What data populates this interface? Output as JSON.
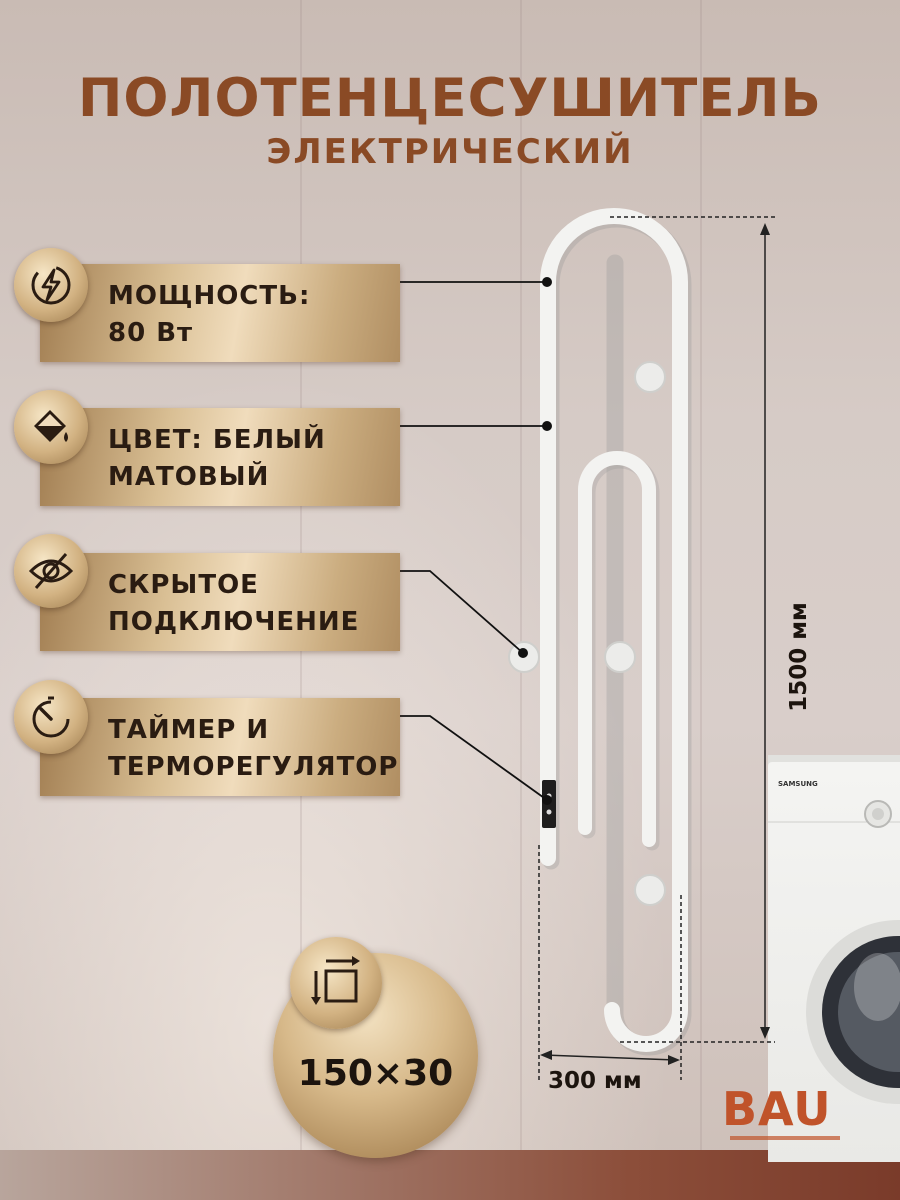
{
  "title": "ПОЛОТЕНЦЕСУШИТЕЛЬ",
  "subtitle": "ЭЛЕКТРИЧЕСКИЙ",
  "features": [
    {
      "icon": "lightning-icon",
      "line1": "МОЩНОСТЬ:",
      "line2": "80 Вт"
    },
    {
      "icon": "paint-bucket-icon",
      "line1": "ЦВЕТ: БЕЛЫЙ",
      "line2": "МАТОВЫЙ"
    },
    {
      "icon": "hidden-eye-icon",
      "line1": "СКРЫТОЕ",
      "line2": "ПОДКЛЮЧЕНИЕ"
    },
    {
      "icon": "timer-icon",
      "line1": "ТАЙМЕР И",
      "line2": "ТЕРМОРЕГУЛЯТОР"
    }
  ],
  "size_badge": {
    "icon": "dimensions-icon",
    "text": "150×30"
  },
  "dimensions": {
    "height": "1500 мм",
    "width": "300 мм"
  },
  "logo": "BAU",
  "washer_brand": "SAMSUNG",
  "colors": {
    "title": "#8a4a25",
    "logo": "#c0532a",
    "gold": "#d9bf94"
  }
}
